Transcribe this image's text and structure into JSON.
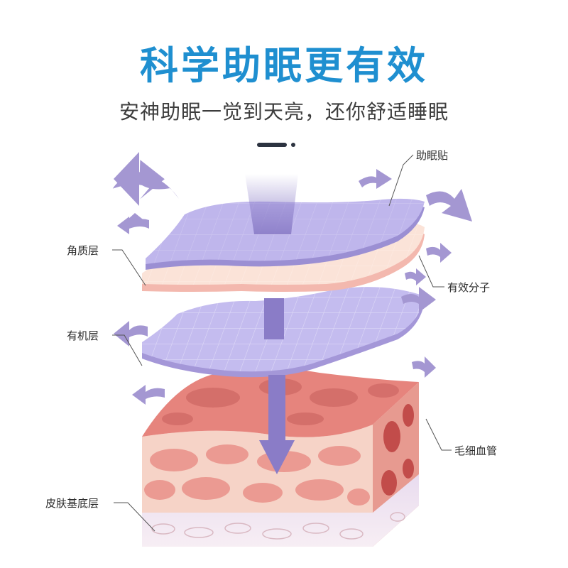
{
  "title": "科学助眠更有效",
  "subtitle": "安神助眠一觉到天亮，还你舒适睡眠",
  "labels": {
    "patch": "助眠贴",
    "stratum_corneum": "角质层",
    "active_molecules": "有效分子",
    "organic_layer": "有机层",
    "capillaries": "毛细血管",
    "basal_layer": "皮肤基底层"
  },
  "colors": {
    "title": "#1f8fd0",
    "patch": "#b7aee6",
    "arrow": "#9a8ccc",
    "skin_top": "#e6857e",
    "skin_body": "#f6d2c6"
  }
}
